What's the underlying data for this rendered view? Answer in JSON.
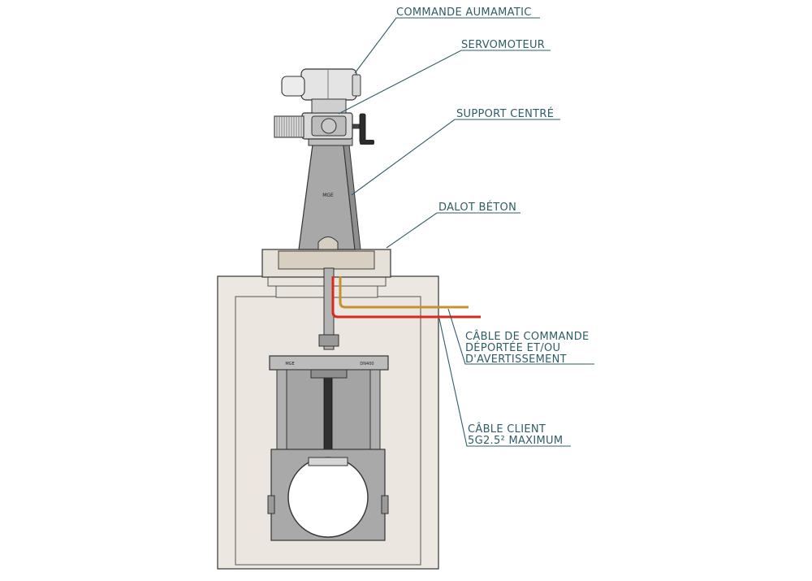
{
  "labels": {
    "commande": "COMMANDE AUMAMATIC",
    "servomoteur": "SERVOMOTEUR",
    "support": "SUPPORT CENTRÉ",
    "dalot": "DALOT BÉTON",
    "cable_commande": [
      "CÂBLE DE COMMANDE",
      "DÉPORTÉE ET/OU",
      "D'AVERTISSEMENT"
    ],
    "cable_client": [
      "CÂBLE CLIENT",
      "5G2.5² MAXIMUM"
    ]
  },
  "plate_marks": {
    "pedestal": "MGE",
    "valve_left": "MGE",
    "valve_right": "DN400"
  },
  "colors": {
    "label": "#2f5d66",
    "cable_red": "#d62a1e",
    "cable_gold": "#c8902e",
    "concrete": "#ece8e1",
    "slab": "#d7cfc1",
    "metal": "#a8a8a8"
  }
}
